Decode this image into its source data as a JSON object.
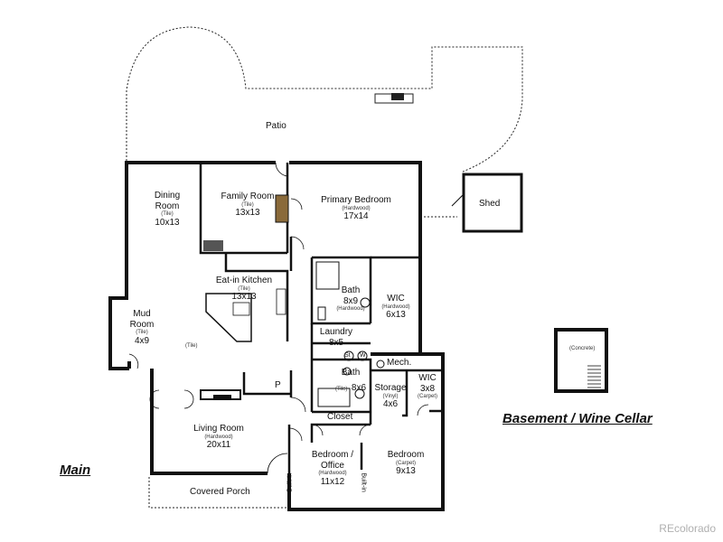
{
  "floor_plan": {
    "outdoor": {
      "patio": "Patio",
      "shed": "Shed",
      "covered_porch": "Covered Porch"
    },
    "rooms": [
      {
        "id": "dining-room",
        "name": "Dining\nRoom",
        "material": "(Tile)",
        "size": "10x13"
      },
      {
        "id": "family-room",
        "name": "Family Room",
        "material": "(Tile)",
        "size": "13x13"
      },
      {
        "id": "primary-bedroom",
        "name": "Primary Bedroom",
        "material": "(Hardwood)",
        "size": "17x14"
      },
      {
        "id": "eat-in-kitchen",
        "name": "Eat-in Kitchen",
        "material": "(Tile)",
        "size": "13x13"
      },
      {
        "id": "primary-bath",
        "name": "Bath",
        "material": "(Hardwood)",
        "size": "8x9"
      },
      {
        "id": "wic-primary",
        "name": "WIC",
        "material": "(Hardwood)",
        "size": "6x13"
      },
      {
        "id": "mud-room",
        "name": "Mud\nRoom",
        "material": "(Tile)",
        "size": "4x9"
      },
      {
        "id": "open-tile",
        "name": "",
        "material": "(Tile)",
        "size": ""
      },
      {
        "id": "laundry",
        "name": "Laundry",
        "material": "",
        "size": "8x5"
      },
      {
        "id": "hall-bath",
        "name": "Bath",
        "material": "(Tile)",
        "size": "8x6"
      },
      {
        "id": "storage",
        "name": "Storage",
        "material": "(Vinyl)",
        "size": "4x6"
      },
      {
        "id": "wic-small",
        "name": "WIC",
        "material": "(Carpet)",
        "size": "3x8"
      },
      {
        "id": "living-room",
        "name": "Living Room",
        "material": "(Hardwood)",
        "size": "20x11"
      },
      {
        "id": "bedroom-office",
        "name": "Bedroom /\nOffice",
        "material": "(Hardwood)",
        "size": "11x12"
      },
      {
        "id": "bedroom",
        "name": "Bedroom",
        "material": "(Carpet)",
        "size": "9x13"
      }
    ],
    "small_labels": {
      "mech": "Mech.",
      "closet": "Closet",
      "pantry": "P",
      "built_in_left": "Built-in",
      "built_in_right": "Built-in",
      "stack_s": "St",
      "stack_w": "W",
      "basement_material": "(Concrete)"
    },
    "titles": {
      "main": "Main",
      "basement": "Basement / Wine Cellar"
    },
    "watermark": "REcolorado"
  }
}
